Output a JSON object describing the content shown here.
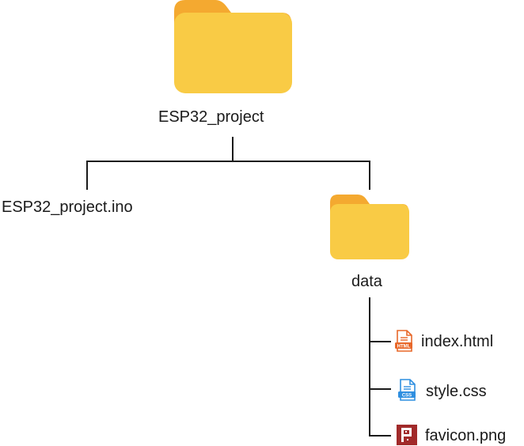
{
  "tree": {
    "root": {
      "name": "ESP32_project",
      "icon": "folder-icon"
    },
    "children": [
      {
        "name": "ESP32_project.ino",
        "icon": "none"
      },
      {
        "name": "data",
        "icon": "folder-icon",
        "children": [
          {
            "name": "index.html",
            "icon": "html-file-icon",
            "badge": "HTML"
          },
          {
            "name": "style.css",
            "icon": "css-file-icon",
            "badge": "CSS"
          },
          {
            "name": "favicon.png",
            "icon": "favicon-icon"
          }
        ]
      }
    ]
  },
  "colors": {
    "folder_front": "#F9CB45",
    "folder_back": "#F4A930",
    "line": "#1a1a1a",
    "html_accent": "#E8682A",
    "css_accent": "#2F8FE0",
    "favicon_bg": "#A12A2A"
  }
}
